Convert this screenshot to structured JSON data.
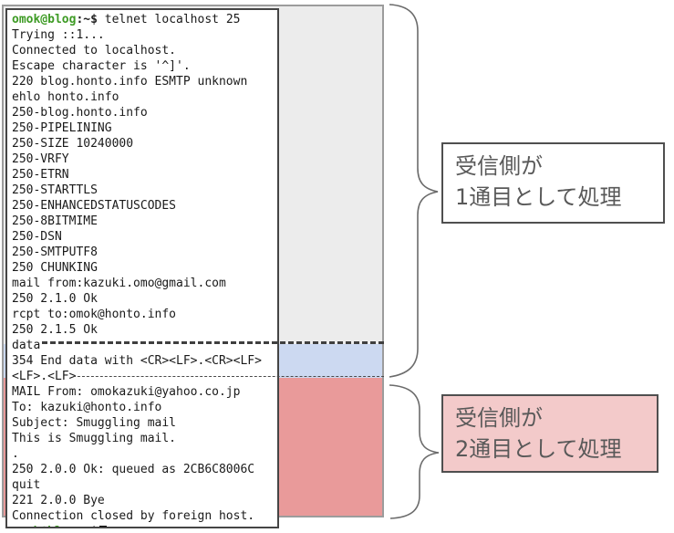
{
  "terminal": {
    "prompt_user": "omok@blog",
    "prompt_path": ":~$",
    "lines": [
      {
        "text": " telnet localhost 25",
        "prompt": true
      },
      {
        "text": "Trying ::1..."
      },
      {
        "text": "Connected to localhost."
      },
      {
        "text": "Escape character is '^]'."
      },
      {
        "text": "220 blog.honto.info ESMTP unknown"
      },
      {
        "text": "ehlo honto.info"
      },
      {
        "text": "250-blog.honto.info"
      },
      {
        "text": "250-PIPELINING"
      },
      {
        "text": "250-SIZE 10240000"
      },
      {
        "text": "250-VRFY"
      },
      {
        "text": "250-ETRN"
      },
      {
        "text": "250-STARTTLS"
      },
      {
        "text": "250-ENHANCEDSTATUSCODES"
      },
      {
        "text": "250-8BITMIME"
      },
      {
        "text": "250-DSN"
      },
      {
        "text": "250-SMTPUTF8"
      },
      {
        "text": "250 CHUNKING"
      },
      {
        "text": "mail from:kazuki.omo@gmail.com"
      },
      {
        "text": "250 2.1.0 Ok"
      },
      {
        "text": "rcpt to:omok@honto.info"
      },
      {
        "text": "250 2.1.5 Ok"
      },
      {
        "text": "data"
      },
      {
        "text": "354 End data with <CR><LF>.<CR><LF>"
      },
      {
        "text": "<LF>.<LF>"
      },
      {
        "text": "MAIL From: omokazuki@yahoo.co.jp"
      },
      {
        "text": "To: kazuki@honto.info"
      },
      {
        "text": "Subject: Smuggling mail"
      },
      {
        "text": "This is Smuggling mail."
      },
      {
        "text": "."
      },
      {
        "text": "250 2.0.0 Ok: queued as 2CB6C8006C"
      },
      {
        "text": "quit"
      },
      {
        "text": "221 2.0.0 Bye"
      },
      {
        "text": "Connection closed by foreign host."
      },
      {
        "text": "",
        "prompt": true,
        "cursor": true
      }
    ]
  },
  "callouts": {
    "first": {
      "line1": "受信側が",
      "line2": "1通目として処理"
    },
    "second": {
      "line1": "受信側が",
      "line2": "2通目として処理"
    }
  },
  "colors": {
    "first_mail_band": "#ececec",
    "data_response_band": "#ccd9f1",
    "second_mail_band": "#e99a9a",
    "first_callout_fill": "#ffffff",
    "second_callout_fill": "#f3caca",
    "prompt_green": "#3e9b25",
    "callout_text": "#595959"
  }
}
